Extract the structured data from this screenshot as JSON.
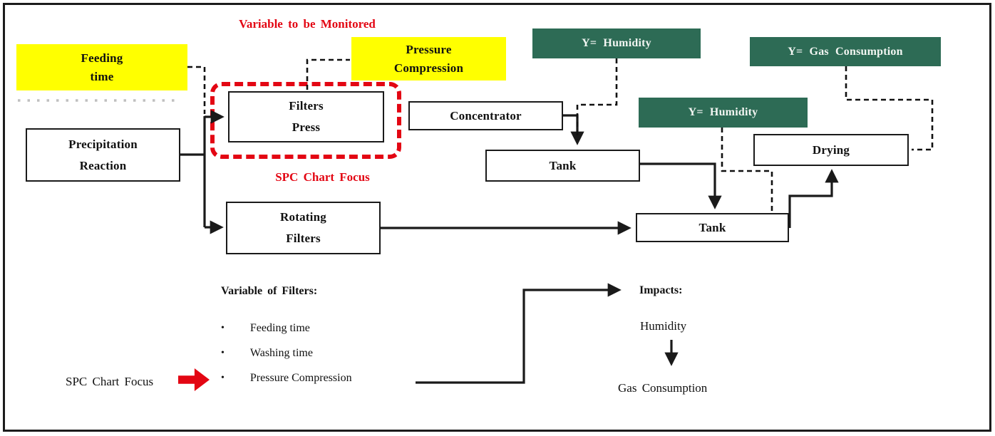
{
  "title": "Variable to be Monitored",
  "colors": {
    "highlight_yellow": "#ffff00",
    "monitor_green": "#2d6b55",
    "alert_red": "#e30613",
    "line_black": "#1a1a1a"
  },
  "nodes": {
    "feeding_time": {
      "line1": "Feeding",
      "line2": "time"
    },
    "pressure_compression": {
      "line1": "Pressure",
      "line2": "Compression"
    },
    "precipitation_reaction": {
      "line1": "Precipitation",
      "line2": "Reaction"
    },
    "filters_press": {
      "line1": "Filters",
      "line2": "Press"
    },
    "concentrator": {
      "label": "Concentrator"
    },
    "tank_1": {
      "label": "Tank"
    },
    "rotating_filters": {
      "line1": "Rotating",
      "line2": "Filters"
    },
    "tank_2": {
      "label": "Tank"
    },
    "drying": {
      "label": "Drying"
    }
  },
  "monitors": {
    "humidity_1": "Y= Humidity",
    "humidity_2": "Y= Humidity",
    "gas_consumption": "Y= Gas Consumption"
  },
  "annotations": {
    "spc_chart_focus_red": "SPC Chart Focus"
  },
  "legend": {
    "variables_heading": "Variable of Filters:",
    "bullets": [
      "Feeding time",
      "Washing time",
      "Pressure Compression"
    ],
    "bullet_glyph": "•",
    "spc_label": "SPC Chart Focus",
    "impacts_heading": "Impacts:",
    "impact_from": "Humidity",
    "impact_to": "Gas Consumption"
  }
}
